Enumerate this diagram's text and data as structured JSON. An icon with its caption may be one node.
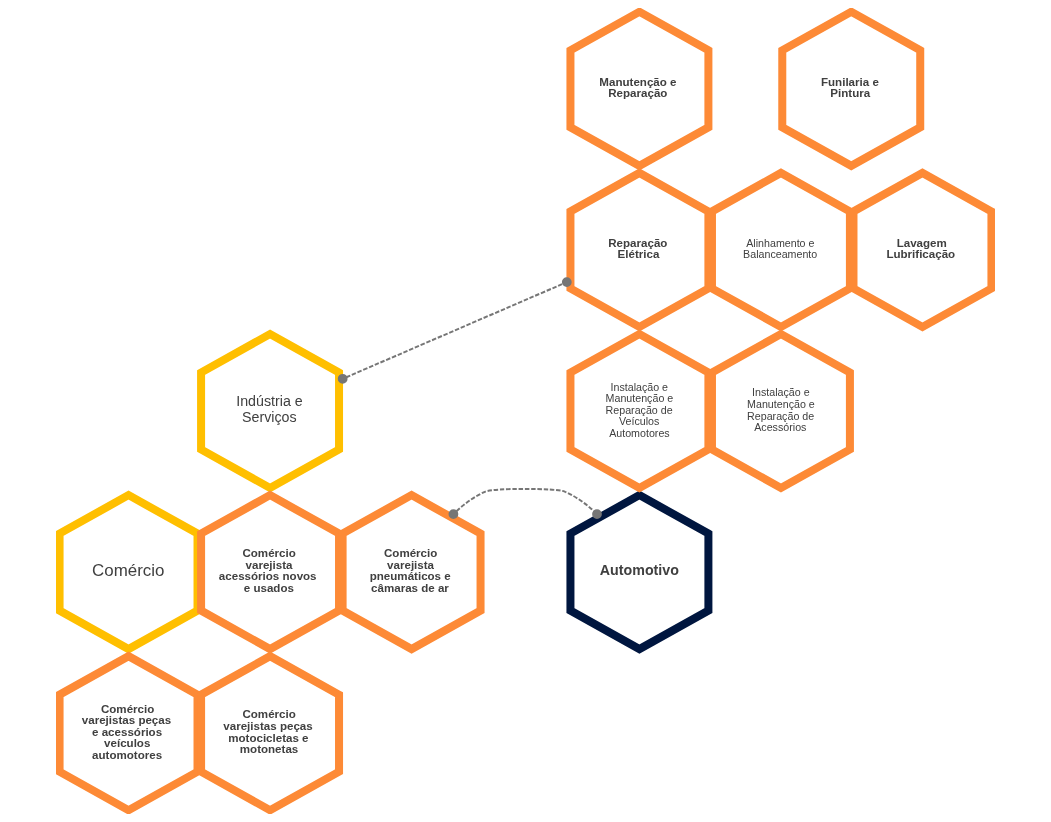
{
  "diagram": {
    "nodes": [
      {
        "text": [
          "Manutenção e Reparação"
        ]
      },
      {
        "text": [
          "Funilaria e Pintura"
        ]
      },
      {
        "text": [
          "Reparação Elétrica"
        ]
      },
      {
        "text": [
          "Alinhamento e Balanceamento"
        ]
      },
      {
        "text": [
          "Lavagem Lubrificação"
        ]
      },
      {
        "text": [
          "Instalação e Manutenção e Reparação de Veículos Automotores"
        ]
      },
      {
        "text": [
          "Instalação e Manutenção e Reparação de Acessórios"
        ]
      },
      {
        "text": [
          "Indústria e Serviços"
        ]
      },
      {
        "text": [
          "Comércio varejista acessórios novos e usados"
        ]
      },
      {
        "text": [
          "Comércio varejista pneumáticos e câmaras de ar"
        ]
      },
      {
        "text": [
          "Comércio"
        ]
      },
      {
        "text": [
          "Automotivo"
        ]
      },
      {
        "text": [
          "Comércio varejistas peças e acessórios veículos automotores"
        ]
      },
      {
        "text": [
          "Comércio varejistas peças motocicletas e motonetas"
        ]
      }
    ],
    "edges": [
      {
        "from": 7,
        "to": 2,
        "arrow": "other",
        "style": "dashed"
      },
      {
        "from": 9,
        "to": 11,
        "arrow": "other",
        "style": "dashed"
      }
    ]
  }
}
